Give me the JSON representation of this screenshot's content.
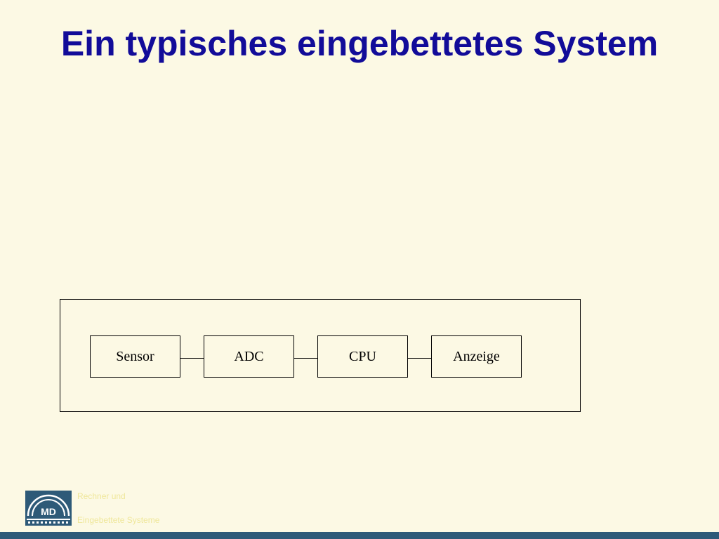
{
  "slide": {
    "title": "Ein typisches eingebettetes System"
  },
  "diagram": {
    "blocks": [
      {
        "label": "Sensor"
      },
      {
        "label": "ADC"
      },
      {
        "label": "CPU"
      },
      {
        "label": "Anzeige"
      }
    ]
  },
  "footer": {
    "logo_text": "MD",
    "line1": "Rechner und",
    "line2": "Eingebettete Systeme"
  },
  "colors": {
    "background": "#fcf9e4",
    "title": "#120c99",
    "footer_bar": "#2e5a78",
    "logo_bg": "#2e5a78"
  }
}
